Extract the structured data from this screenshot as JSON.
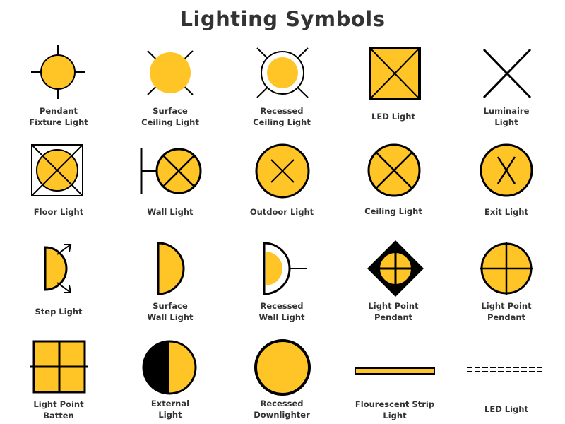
{
  "title": "Lighting Symbols",
  "colors": {
    "fill": "#FFC425",
    "stroke": "#000000",
    "text": "#333333"
  },
  "symbols": [
    {
      "icon": "pendant-fixture-light-icon",
      "label": [
        "Pendant",
        "Fixture Light"
      ]
    },
    {
      "icon": "surface-ceiling-light-icon",
      "label": [
        "Surface",
        "Ceiling Light"
      ]
    },
    {
      "icon": "recessed-ceiling-light-icon",
      "label": [
        "Recessed",
        "Ceiling Light"
      ]
    },
    {
      "icon": "led-light-square-icon",
      "label": [
        "LED Light"
      ]
    },
    {
      "icon": "luminaire-light-icon",
      "label": [
        "Luminaire",
        "Light"
      ]
    },
    {
      "icon": "floor-light-icon",
      "label": [
        "Floor Light"
      ]
    },
    {
      "icon": "wall-light-icon",
      "label": [
        "Wall Light"
      ]
    },
    {
      "icon": "outdoor-light-icon",
      "label": [
        "Outdoor Light"
      ]
    },
    {
      "icon": "ceiling-light-icon",
      "label": [
        "Ceiling Light"
      ]
    },
    {
      "icon": "exit-light-icon",
      "label": [
        "Exit Light"
      ]
    },
    {
      "icon": "step-light-icon",
      "label": [
        "Step Light"
      ]
    },
    {
      "icon": "surface-wall-light-icon",
      "label": [
        "Surface",
        "Wall Light"
      ]
    },
    {
      "icon": "recessed-wall-light-icon",
      "label": [
        "Recessed",
        "Wall Light"
      ]
    },
    {
      "icon": "light-point-pendant-diamond-icon",
      "label": [
        "Light Point",
        "Pendant"
      ]
    },
    {
      "icon": "light-point-pendant-crosshair-icon",
      "label": [
        "Light Point",
        "Pendant"
      ]
    },
    {
      "icon": "light-point-batten-icon",
      "label": [
        "Light Point",
        "Batten"
      ]
    },
    {
      "icon": "external-light-icon",
      "label": [
        "External",
        "Light"
      ]
    },
    {
      "icon": "recessed-downlighter-icon",
      "label": [
        "Recessed",
        "Downlighter"
      ]
    },
    {
      "icon": "flourescent-strip-light-icon",
      "label": [
        "Flourescent Strip",
        "Light"
      ]
    },
    {
      "icon": "led-light-strip-icon",
      "label": [
        "LED Light"
      ]
    }
  ]
}
